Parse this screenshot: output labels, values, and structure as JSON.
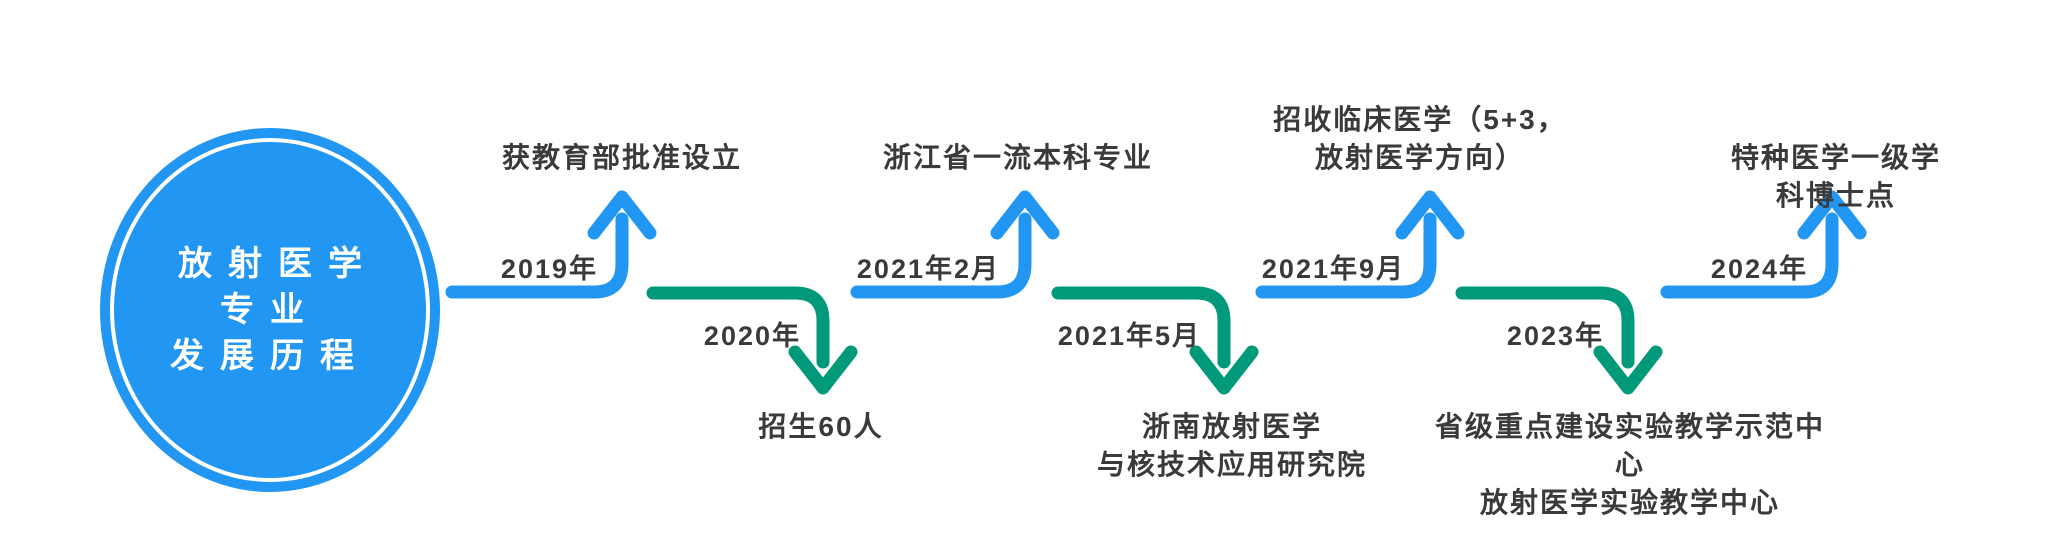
{
  "colors": {
    "blue": "#2196F3",
    "green": "#00997A",
    "text": "#3A3A3A",
    "circle_text": "#FFFFFF"
  },
  "hub": {
    "title": "放射医学\n专业\n发展历程"
  },
  "timeline": {
    "items": [
      {
        "date": "2019年",
        "title": "获教育部批准设立",
        "direction": "up",
        "color": "blue"
      },
      {
        "date": "2020年",
        "title": "招生60人",
        "direction": "down",
        "color": "green"
      },
      {
        "date": "2021年2月",
        "title": "浙江省一流本科专业",
        "direction": "up",
        "color": "blue"
      },
      {
        "date": "2021年5月",
        "title": "浙南放射医学\n与核技术应用研究院",
        "direction": "down",
        "color": "green"
      },
      {
        "date": "2021年9月",
        "title": "招收临床医学（5+3，\n放射医学方向）",
        "direction": "up",
        "color": "blue"
      },
      {
        "date": "2023年",
        "title": "省级重点建设实验教学示范中心\n放射医学实验教学中心",
        "direction": "down",
        "color": "green"
      },
      {
        "date": "2024年",
        "title": "特种医学一级学科博士点",
        "direction": "up",
        "color": "blue"
      }
    ]
  }
}
